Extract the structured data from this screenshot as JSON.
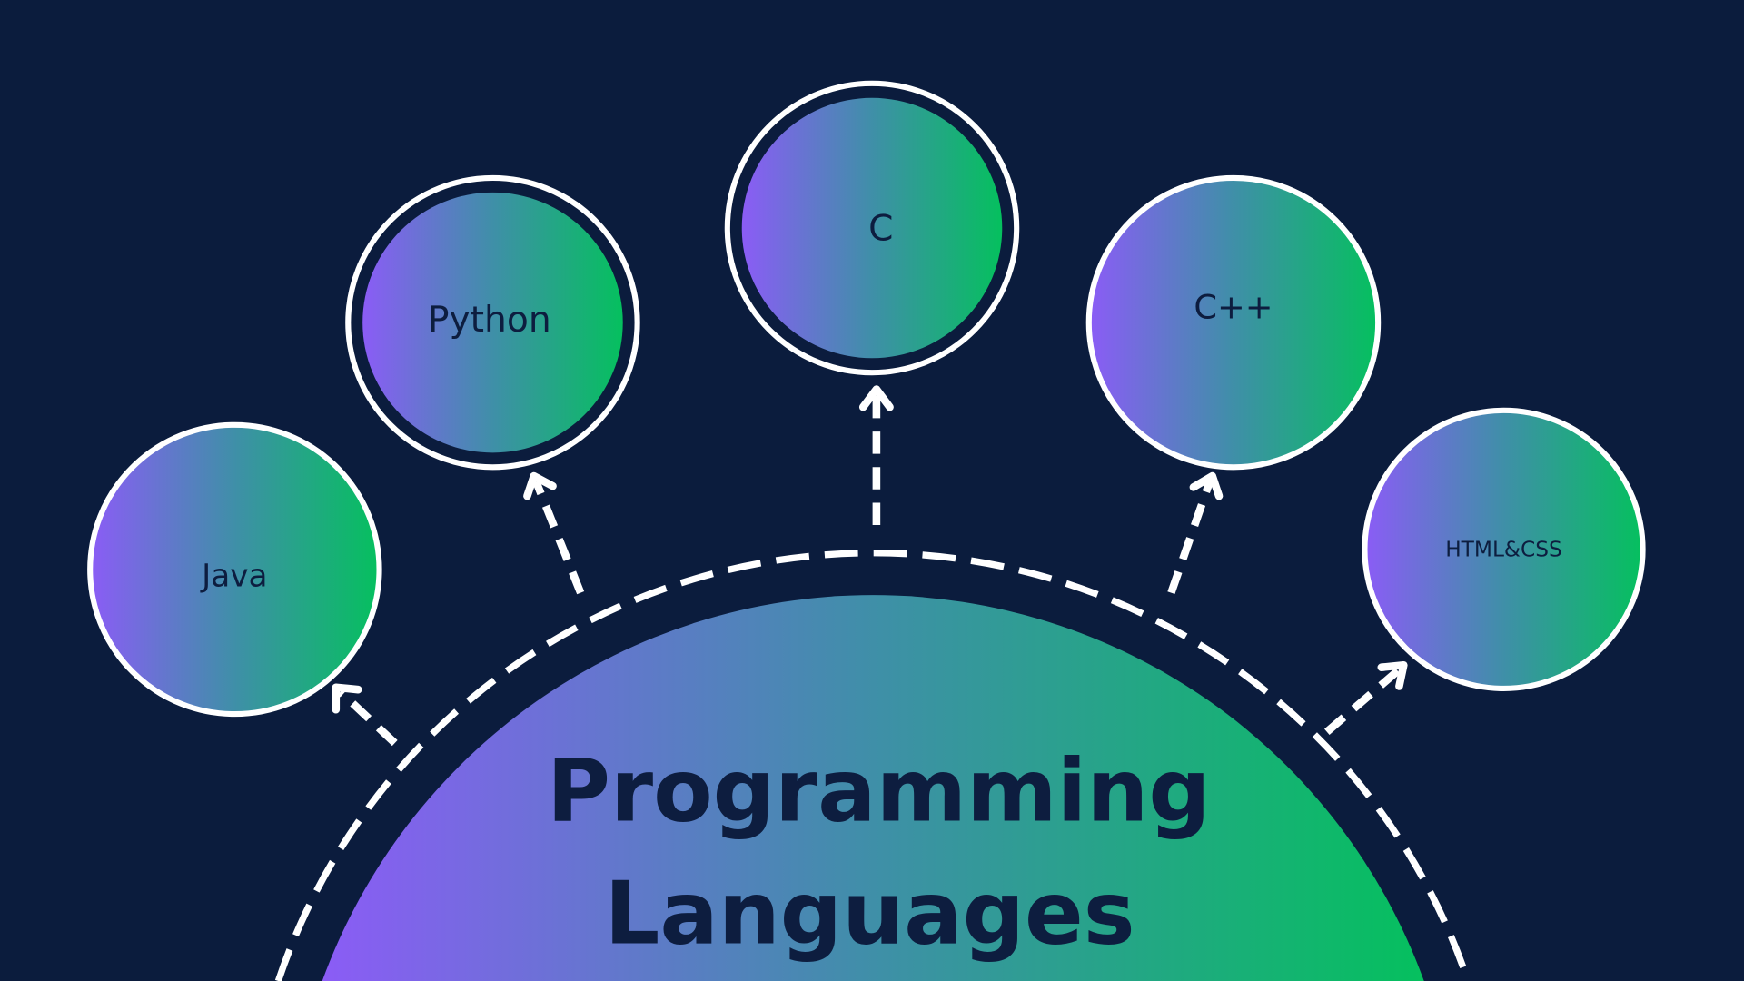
{
  "title": {
    "line1": "Programming",
    "line2": "Languages"
  },
  "nodes": [
    {
      "label": "Java"
    },
    {
      "label": "Python"
    },
    {
      "label": "C"
    },
    {
      "label": "C++"
    },
    {
      "label": "HTML&CSS"
    }
  ],
  "colors": {
    "background": "#0b1c3d",
    "gradient_start": "#8b5cf6",
    "gradient_end": "#05c05e",
    "text": "#0d1d3f",
    "stroke": "#ffffff"
  }
}
